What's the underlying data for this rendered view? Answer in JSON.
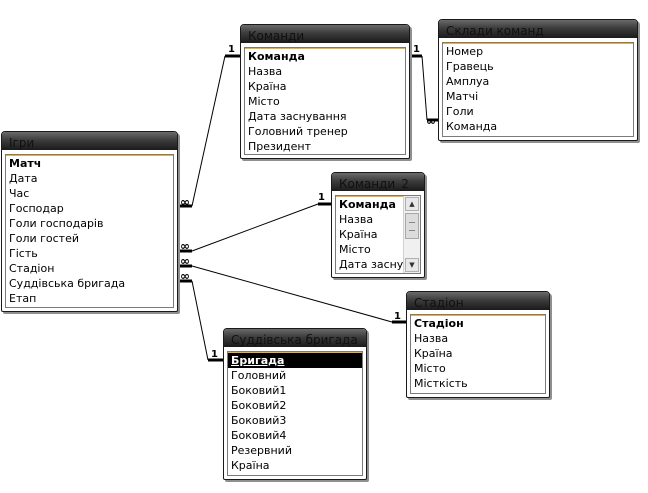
{
  "relationship_labels": {
    "one": "1",
    "many": "∞"
  },
  "tables": {
    "igry": {
      "title": "Ігри",
      "fields": [
        "Матч",
        "Дата",
        "Час",
        "Господар",
        "Голи господарів",
        "Голи гостей",
        "Гість",
        "Стадіон",
        "Суддівська бригада",
        "Етап"
      ],
      "primary_key": "Матч"
    },
    "komandy": {
      "title": "Команди",
      "fields": [
        "Команда",
        "Назва",
        "Країна",
        "Місто",
        "Дата заснування",
        "Головний тренер",
        "Президент"
      ],
      "primary_key": "Команда"
    },
    "sklady": {
      "title": "Склади команд",
      "fields": [
        "Номер",
        "Гравець",
        "Амплуа",
        "Матчі",
        "Голи",
        "Команда"
      ],
      "primary_key": ""
    },
    "komandy2": {
      "title": "Команди_2",
      "fields": [
        "Команда",
        "Назва",
        "Країна",
        "Місто",
        "Дата засную"
      ],
      "primary_key": "Команда"
    },
    "stadion": {
      "title": "Стадіон",
      "fields": [
        "Стадіон",
        "Назва",
        "Країна",
        "Місто",
        "Місткість"
      ],
      "primary_key": "Стадіон"
    },
    "brygada": {
      "title": "Суддівська бригада",
      "fields": [
        "Бригада",
        "Головний",
        "Боковий1",
        "Боковий2",
        "Боковий3",
        "Боковий4",
        "Резервний",
        "Країна"
      ],
      "primary_key": "Бригада",
      "selected": "Бригада"
    }
  }
}
